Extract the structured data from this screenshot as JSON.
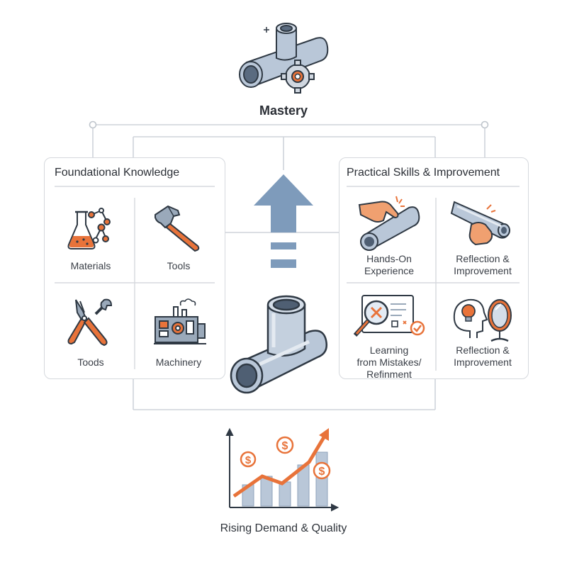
{
  "colors": {
    "pipe": "#b9c7d8",
    "pipe_dark": "#7d91ab",
    "outline": "#2f3944",
    "accent": "#e8733a",
    "connector": "#cfd4da",
    "arrow": "#7e9bbb"
  },
  "top": {
    "title": "Mastery",
    "icon": "pipe-gear-icon"
  },
  "foundational": {
    "title": "Foundational Knowledge",
    "items": [
      {
        "label": "Materials",
        "icon": "flask-molecule-icon"
      },
      {
        "label": "Tools",
        "icon": "hammer-icon"
      },
      {
        "label": "Toods",
        "icon": "pliers-wrench-icon"
      },
      {
        "label": "Machinery",
        "icon": "machine-icon"
      }
    ]
  },
  "practical": {
    "title": "Practical Skills & Improvement",
    "items": [
      {
        "label": "Hands-On Experience",
        "line1": "Hands-On",
        "line2": "Experience",
        "icon": "hand-pipe-icon"
      },
      {
        "label": "Reflection & Improvement",
        "line1": "Reflection &",
        "line2": "Improvement",
        "icon": "hand-pipe-inspect-icon"
      },
      {
        "label": "Learning from Mistakes/ Refinment",
        "line1": "Learning",
        "line2": "from Mistakes/",
        "line3": "Refinment",
        "icon": "magnifier-checklist-icon"
      },
      {
        "label": "Reflection & Improvement",
        "line1": "Reflection &",
        "line2": "Improvement",
        "icon": "head-bulb-mirror-icon"
      }
    ]
  },
  "center": {
    "arrow_icon": "up-arrow-icon",
    "fitting_icon": "tee-pipe-icon"
  },
  "bottom": {
    "label": "Rising Demand & Quality",
    "icon": "rising-chart-icon"
  }
}
